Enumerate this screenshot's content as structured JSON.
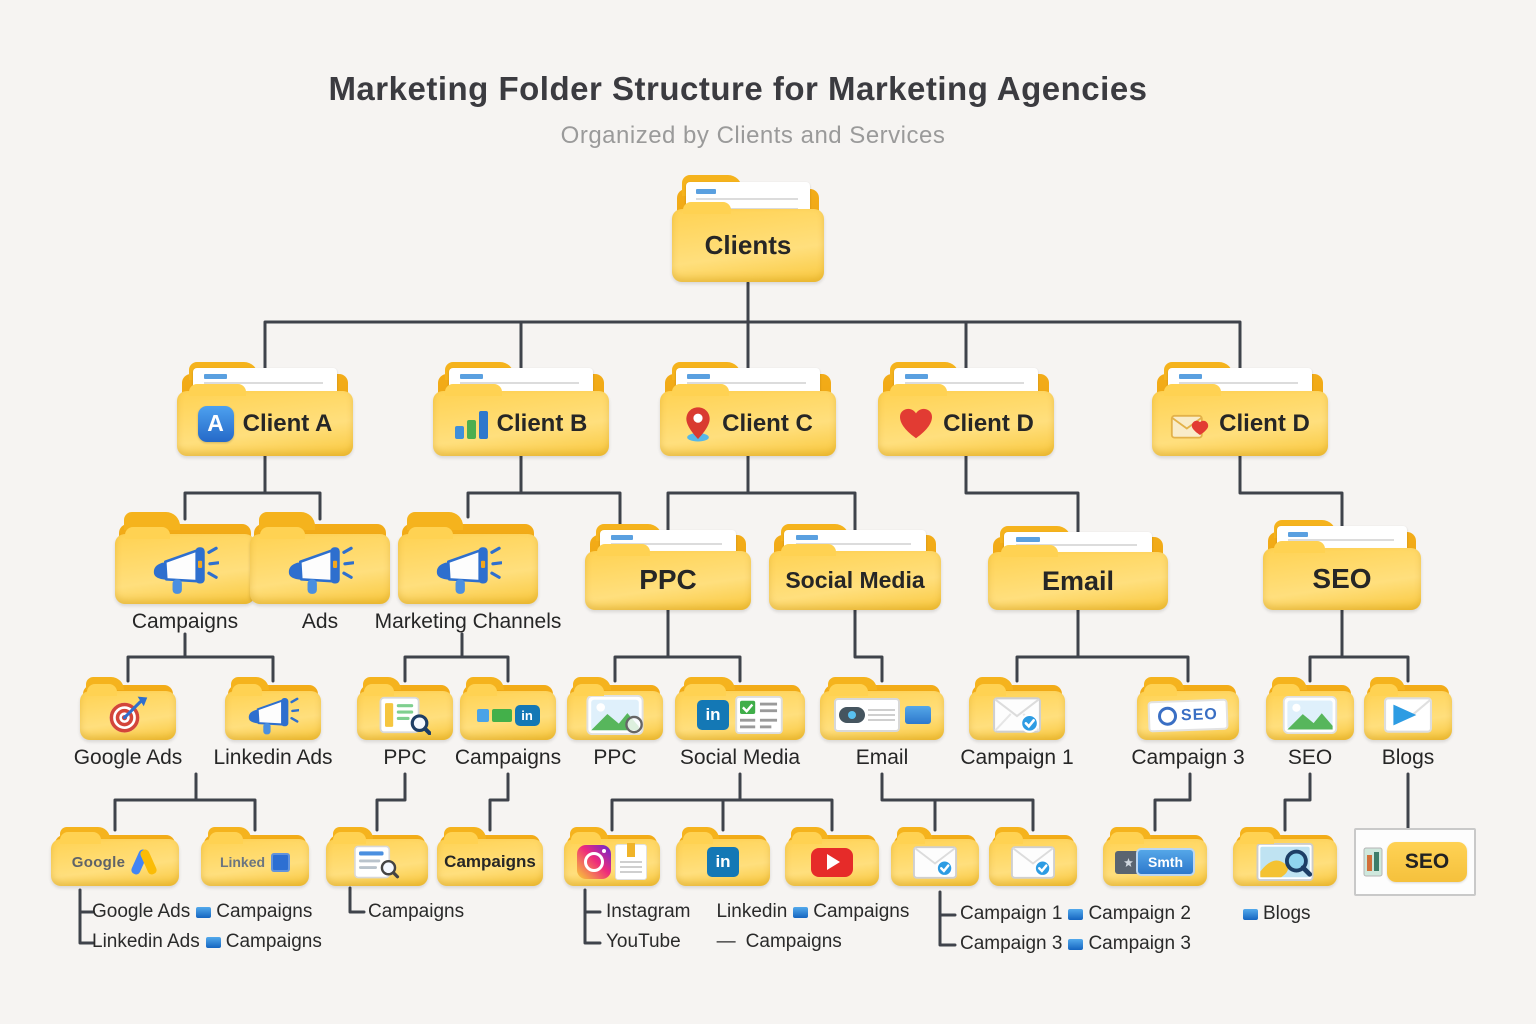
{
  "title": "Marketing Folder Structure for Marketing Agencies",
  "subtitle": "Organized by Clients and Services",
  "root": {
    "label": "Clients"
  },
  "clients": [
    {
      "label": "Client A",
      "icon": "chat-a"
    },
    {
      "label": "Client B",
      "icon": "bar-chart"
    },
    {
      "label": "Client C",
      "icon": "map-pin"
    },
    {
      "label": "Client D",
      "icon": "heart"
    },
    {
      "label": "Client D",
      "icon": "mail-heart"
    }
  ],
  "services": {
    "campaigns": "Campaigns",
    "ads": "Ads",
    "marketing_channels": "Marketing Channels",
    "ppc": "PPC",
    "social_media": "Social Media",
    "email": "Email",
    "seo": "SEO"
  },
  "subfolders": {
    "google_ads": "Google Ads",
    "linkedin_ads": "Linkedin Ads",
    "ppc": "PPC",
    "campaigns": "Campaigns",
    "ppc2": "PPC",
    "social_media": "Social Media",
    "email": "Email",
    "campaign1": "Campaign 1",
    "campaign3": "Campaign 3",
    "seo": "SEO",
    "blogs": "Blogs"
  },
  "leaf_folders": {
    "google": "Google",
    "linked": "Linked",
    "campaigns": "Campaigns",
    "smth": "Smth",
    "seo_card": "SEO"
  },
  "icon_labels": {
    "client_a": "A",
    "linkedin_in": "in",
    "seo_doc": "SEO"
  },
  "leaf_lists": {
    "group1": [
      {
        "name": "Google Ads",
        "child": "Campaigns"
      },
      {
        "name": "Linkedin Ads",
        "child": "Campaigns"
      }
    ],
    "group2": [
      {
        "name": "Campaigns"
      }
    ],
    "group3": [
      {
        "name": "Instagram",
        "second": "Linkedin",
        "child": "Campaigns"
      },
      {
        "name": "YouTube",
        "dash": "—",
        "child": "Campaigns"
      }
    ],
    "group4": [
      {
        "name": "Campaign 1",
        "child": "Campaign 2"
      },
      {
        "name": "Campaign 3",
        "child": "Campaign 3"
      }
    ],
    "group5": [
      {
        "child": "Blogs"
      }
    ]
  },
  "colors": {
    "folder": "#FFD45C",
    "folder_tab": "#F3AC18",
    "line": "#3F434B",
    "bullet_blue": "#2E7CD6"
  }
}
